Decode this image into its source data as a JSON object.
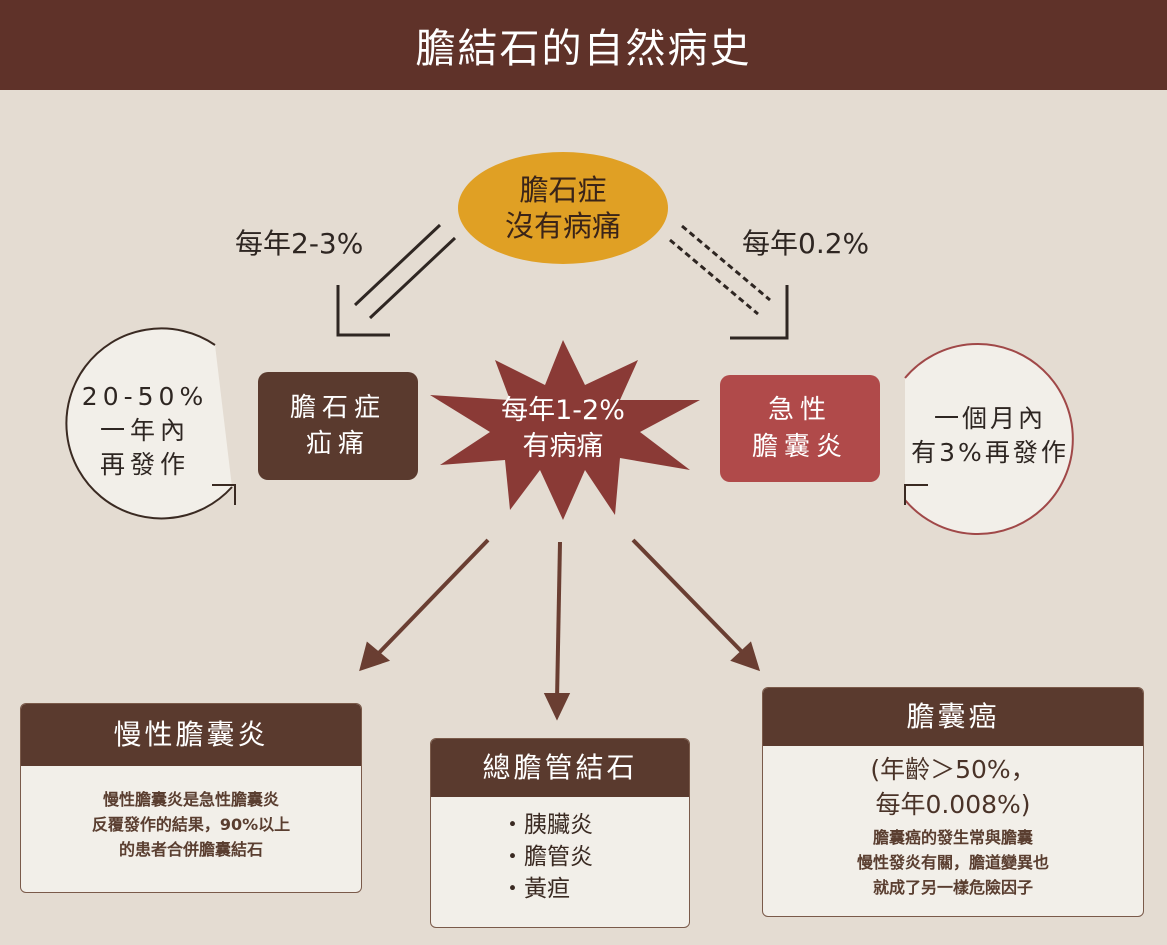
{
  "title": "膽結石的自然病史",
  "top": {
    "line1": "膽石症",
    "line2": "沒有病痛"
  },
  "rate_left": "每年2-3%",
  "rate_right": "每年0.2%",
  "center": {
    "line1": "每年1-2%",
    "line2": "有病痛"
  },
  "left_box": {
    "line1": "膽石症",
    "line2": "疝痛"
  },
  "right_box": {
    "line1": "急性",
    "line2": "膽囊炎"
  },
  "left_cycle": {
    "line1": "20-50%",
    "line2": "一年內",
    "line3": "再發作"
  },
  "right_cycle": {
    "line1": "一個月內",
    "line2": "有3%再發作"
  },
  "card_chronic": {
    "title": "慢性膽囊炎",
    "lines": [
      "慢性膽囊炎是急性膽囊炎",
      "反覆發作的結果，90%以上",
      "的患者合併膽囊結石"
    ]
  },
  "card_cbd": {
    "title": "總膽管結石",
    "items": [
      "・胰臟炎",
      "・膽管炎",
      "・黃疸"
    ]
  },
  "card_cancer": {
    "title": "膽囊癌",
    "sub1": "(年齡＞50%，",
    "sub2": "每年0.008%)",
    "lines": [
      "膽囊癌的發生常與膽囊",
      "慢性發炎有關，膽道變異也",
      "就成了另一樣危險因子"
    ]
  },
  "colors": {
    "title_bg": "#5f3229",
    "oval": "#e0a024",
    "star": "#8a3a36",
    "left_box": "#5a3a2e",
    "right_box": "#b04a4a"
  }
}
